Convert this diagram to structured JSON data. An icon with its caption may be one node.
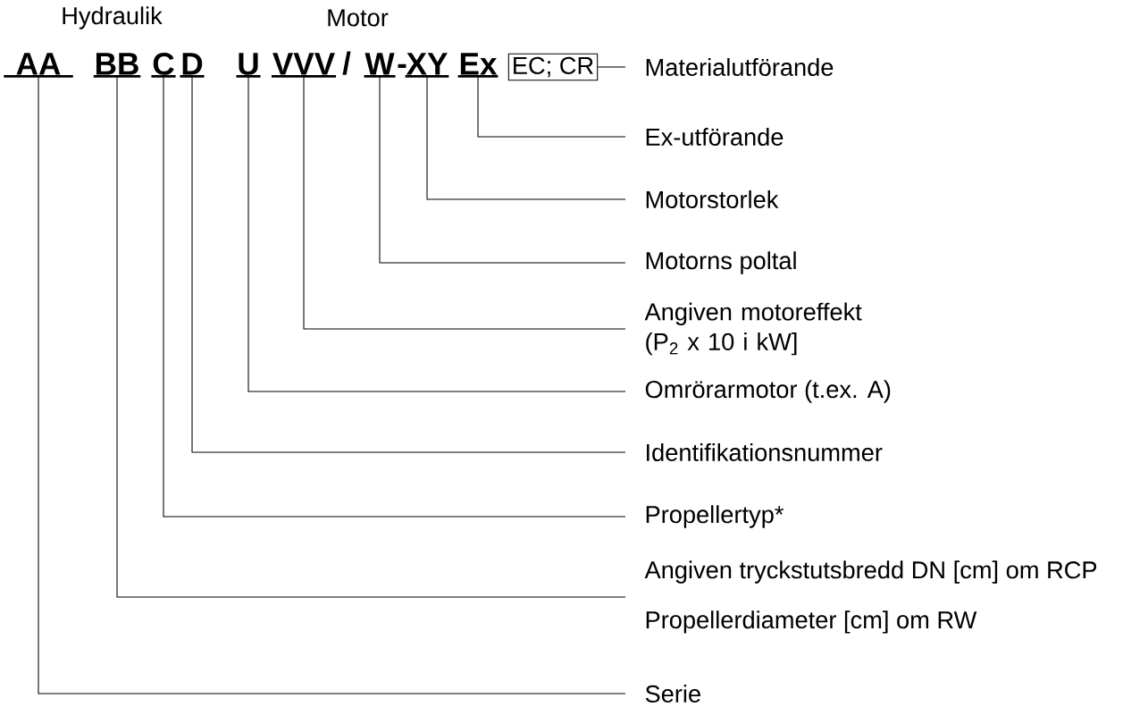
{
  "diagram": {
    "nodes": [
      {
        "text": [
          "AA"
        ]
      },
      {
        "text": [
          "BB"
        ]
      },
      {
        "text": [
          "C"
        ]
      },
      {
        "text": [
          "D"
        ]
      },
      {
        "text": [
          "U"
        ]
      },
      {
        "text": [
          "VVV"
        ]
      },
      {
        "text": [
          "W"
        ]
      },
      {
        "text": [
          "XY"
        ]
      },
      {
        "text": [
          "Ex"
        ]
      },
      {
        "text": [
          "EC; CR"
        ]
      },
      {
        "text": [
          "Materialutförande"
        ]
      },
      {
        "text": [
          "Ex-utförande"
        ]
      },
      {
        "text": [
          "Motorstorlek"
        ]
      },
      {
        "text": [
          "Motorns poltal"
        ]
      },
      {
        "text": [
          "Angiven motoreffekt (P$_{2}$ x 10 i kW]"
        ]
      },
      {
        "text": [
          "Omrörarmotor (t.ex. A)"
        ]
      },
      {
        "text": [
          "Identifikationsnummer"
        ]
      },
      {
        "text": [
          "Propellertyp*"
        ]
      },
      {
        "text": [
          "Angiven tryckstutsbredd DN [cm] om RCP",
          "Propellerdiameter [cm] om RW"
        ]
      },
      {
        "text": [
          "Serie"
        ]
      }
    ],
    "edges": [
      {
        "from": 9,
        "to": 10,
        "arrow": "none"
      },
      {
        "from": 8,
        "to": 11,
        "arrow": "none"
      },
      {
        "from": 7,
        "to": 12,
        "arrow": "none"
      },
      {
        "from": 6,
        "to": 13,
        "arrow": "none"
      },
      {
        "from": 5,
        "to": 14,
        "arrow": "none"
      },
      {
        "from": 4,
        "to": 15,
        "arrow": "none"
      },
      {
        "from": 3,
        "to": 16,
        "arrow": "none"
      },
      {
        "from": 2,
        "to": 17,
        "arrow": "none"
      },
      {
        "from": 1,
        "to": 18,
        "arrow": "none"
      },
      {
        "from": 0,
        "to": 19,
        "arrow": "none"
      }
    ],
    "labels": [
      "Hydraulik",
      "Motor",
      "/",
      "-"
    ]
  }
}
